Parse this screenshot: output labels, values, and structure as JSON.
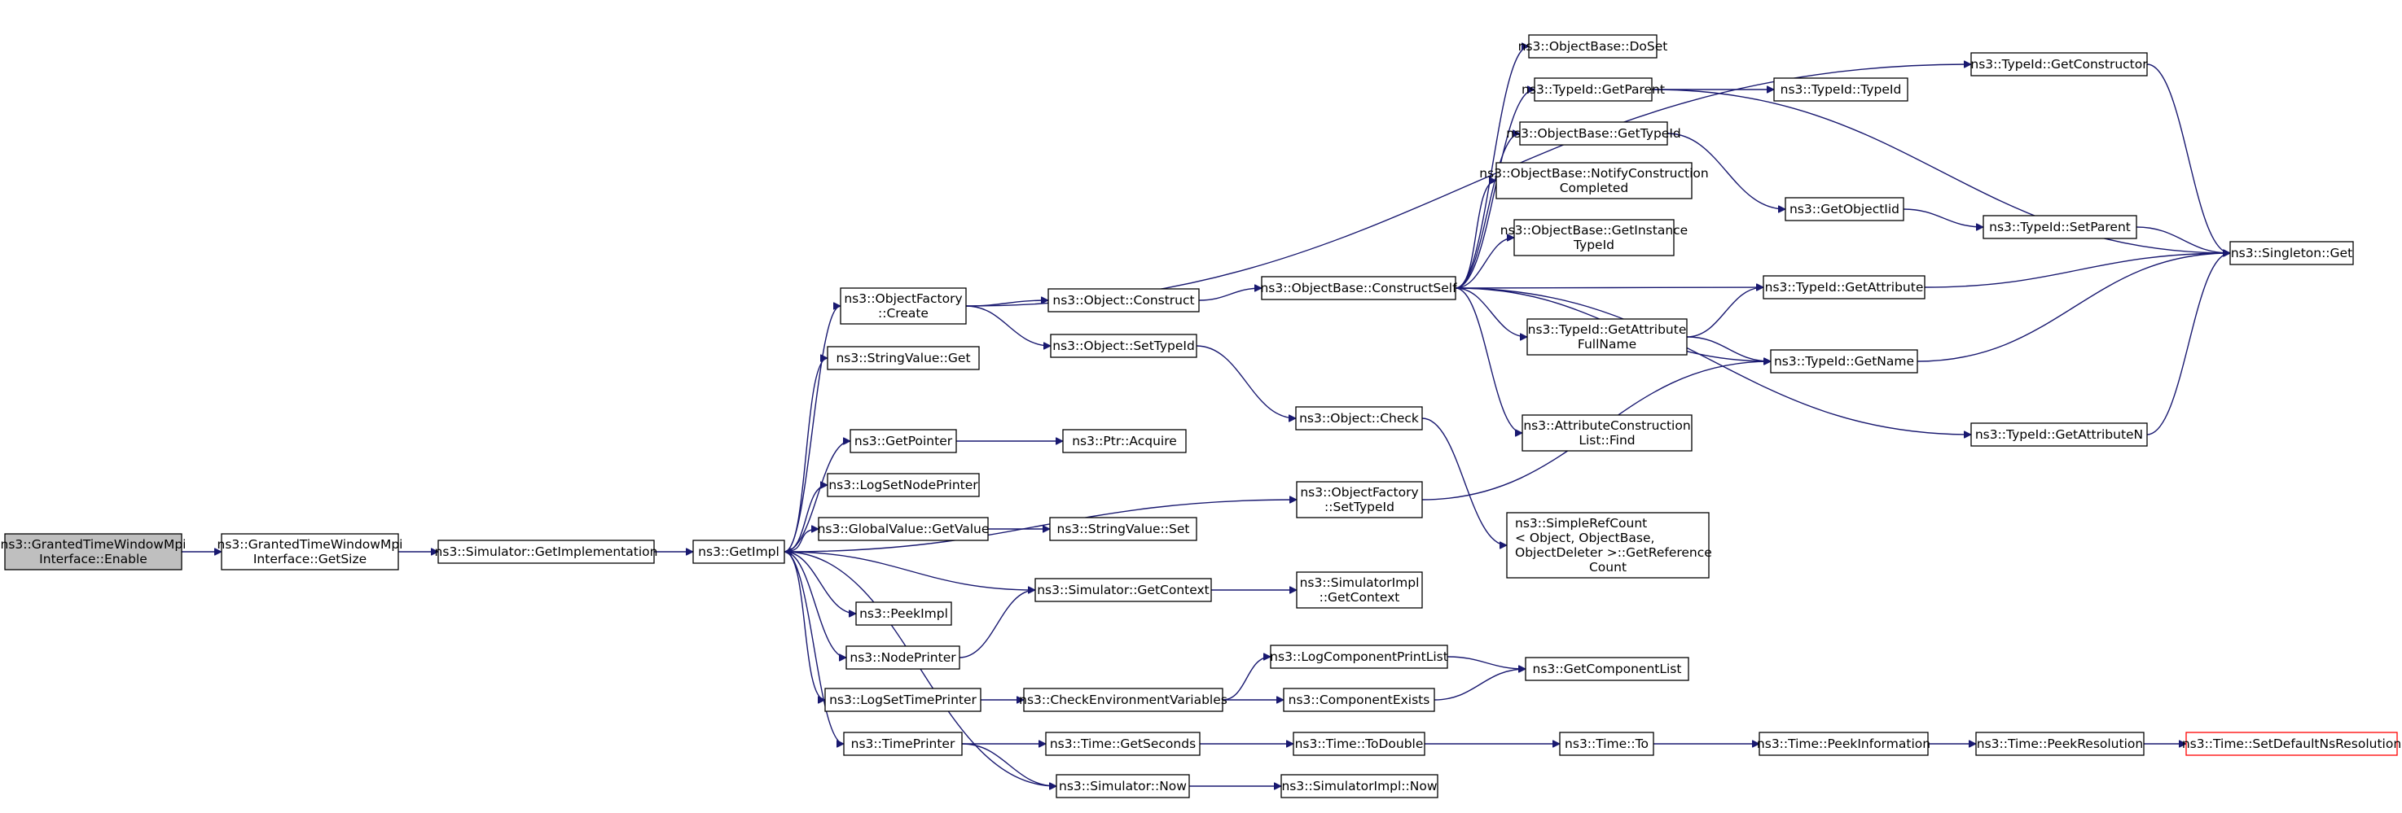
{
  "nodes": [
    {
      "id": "enable",
      "lines": [
        "ns3::GrantedTimeWindowMpi",
        "Interface::Enable"
      ],
      "style": "root"
    },
    {
      "id": "getsize",
      "lines": [
        "ns3::GrantedTimeWindowMpi",
        "Interface::GetSize"
      ]
    },
    {
      "id": "getimpl_sim",
      "lines": [
        "ns3::Simulator::GetImplementation"
      ]
    },
    {
      "id": "getimpl",
      "lines": [
        "ns3::GetImpl"
      ]
    },
    {
      "id": "objfactory_create",
      "lines": [
        "ns3::ObjectFactory",
        "::Create"
      ]
    },
    {
      "id": "stringvalue_get",
      "lines": [
        "ns3::StringValue::Get"
      ]
    },
    {
      "id": "getpointer",
      "lines": [
        "ns3::GetPointer"
      ]
    },
    {
      "id": "logsetnodeprinter",
      "lines": [
        "ns3::LogSetNodePrinter"
      ]
    },
    {
      "id": "globalvalue_getvalue",
      "lines": [
        "ns3::GlobalValue::GetValue"
      ]
    },
    {
      "id": "peekimpl",
      "lines": [
        "ns3::PeekImpl"
      ]
    },
    {
      "id": "nodeprinter",
      "lines": [
        "ns3::NodePrinter"
      ]
    },
    {
      "id": "logsettimeprinter",
      "lines": [
        "ns3::LogSetTimePrinter"
      ]
    },
    {
      "id": "timeprinter",
      "lines": [
        "ns3::TimePrinter"
      ]
    },
    {
      "id": "object_construct",
      "lines": [
        "ns3::Object::Construct"
      ]
    },
    {
      "id": "object_settypeid",
      "lines": [
        "ns3::Object::SetTypeId"
      ]
    },
    {
      "id": "ptr_acquire",
      "lines": [
        "ns3::Ptr::Acquire"
      ]
    },
    {
      "id": "stringvalue_set",
      "lines": [
        "ns3::StringValue::Set"
      ]
    },
    {
      "id": "sim_getcontext",
      "lines": [
        "ns3::Simulator::GetContext"
      ]
    },
    {
      "id": "checkenv",
      "lines": [
        "ns3::CheckEnvironmentVariables"
      ]
    },
    {
      "id": "time_getseconds",
      "lines": [
        "ns3::Time::GetSeconds"
      ]
    },
    {
      "id": "sim_now",
      "lines": [
        "ns3::Simulator::Now"
      ]
    },
    {
      "id": "objbase_constructself",
      "lines": [
        "ns3::ObjectBase::ConstructSelf"
      ]
    },
    {
      "id": "object_check",
      "lines": [
        "ns3::Object::Check"
      ]
    },
    {
      "id": "objfactory_settypeid",
      "lines": [
        "ns3::ObjectFactory",
        "::SetTypeId"
      ]
    },
    {
      "id": "simimpl_getcontext",
      "lines": [
        "ns3::SimulatorImpl",
        "::GetContext"
      ]
    },
    {
      "id": "logcomponentprintlist",
      "lines": [
        "ns3::LogComponentPrintList"
      ]
    },
    {
      "id": "componentexists",
      "lines": [
        "ns3::ComponentExists"
      ]
    },
    {
      "id": "time_todouble",
      "lines": [
        "ns3::Time::ToDouble"
      ]
    },
    {
      "id": "simimpl_now",
      "lines": [
        "ns3::SimulatorImpl::Now"
      ]
    },
    {
      "id": "objbase_doset",
      "lines": [
        "ns3::ObjectBase::DoSet"
      ]
    },
    {
      "id": "typeid_getparent",
      "lines": [
        "ns3::TypeId::GetParent"
      ]
    },
    {
      "id": "objbase_gettypeid",
      "lines": [
        "ns3::ObjectBase::GetTypeId"
      ]
    },
    {
      "id": "objbase_notify",
      "lines": [
        "ns3::ObjectBase::NotifyConstruction",
        "Completed"
      ]
    },
    {
      "id": "objbase_getinstance",
      "lines": [
        "ns3::ObjectBase::GetInstance",
        "TypeId"
      ]
    },
    {
      "id": "typeid_getattributefullname",
      "lines": [
        "ns3::TypeId::GetAttribute",
        "FullName"
      ]
    },
    {
      "id": "attrconstruction_find",
      "lines": [
        "ns3::AttributeConstruction",
        "List::Find"
      ]
    },
    {
      "id": "simplerefcount",
      "lines": [
        "ns3::SimpleRefCount",
        "< Object, ObjectBase,",
        "ObjectDeleter >::GetReference",
        "Count"
      ]
    },
    {
      "id": "getcomponentlist",
      "lines": [
        "ns3::GetComponentList"
      ]
    },
    {
      "id": "time_to",
      "lines": [
        "ns3::Time::To"
      ]
    },
    {
      "id": "typeid_typeid",
      "lines": [
        "ns3::TypeId::TypeId"
      ]
    },
    {
      "id": "getobjectiid",
      "lines": [
        "ns3::GetObjectIid"
      ]
    },
    {
      "id": "typeid_getattribute",
      "lines": [
        "ns3::TypeId::GetAttribute"
      ]
    },
    {
      "id": "typeid_getname",
      "lines": [
        "ns3::TypeId::GetName"
      ]
    },
    {
      "id": "time_peekinformation",
      "lines": [
        "ns3::Time::PeekInformation"
      ]
    },
    {
      "id": "typeid_getconstructor",
      "lines": [
        "ns3::TypeId::GetConstructor"
      ]
    },
    {
      "id": "typeid_setparent",
      "lines": [
        "ns3::TypeId::SetParent"
      ]
    },
    {
      "id": "typeid_getattributen",
      "lines": [
        "ns3::TypeId::GetAttributeN"
      ]
    },
    {
      "id": "time_peekresolution",
      "lines": [
        "ns3::Time::PeekResolution"
      ]
    },
    {
      "id": "singleton_get",
      "lines": [
        "ns3::Singleton::Get"
      ]
    },
    {
      "id": "time_setdefaultnsresolution",
      "lines": [
        "ns3::Time::SetDefaultNsResolution"
      ],
      "style": "red"
    }
  ],
  "edges": [
    [
      "enable",
      "getsize"
    ],
    [
      "getsize",
      "getimpl_sim"
    ],
    [
      "getimpl_sim",
      "getimpl"
    ],
    [
      "getimpl",
      "objfactory_create"
    ],
    [
      "getimpl",
      "stringvalue_get"
    ],
    [
      "getimpl",
      "getpointer"
    ],
    [
      "getimpl",
      "logsetnodeprinter"
    ],
    [
      "getimpl",
      "globalvalue_getvalue"
    ],
    [
      "getimpl",
      "peekimpl"
    ],
    [
      "getimpl",
      "nodeprinter"
    ],
    [
      "getimpl",
      "logsettimeprinter"
    ],
    [
      "getimpl",
      "timeprinter"
    ],
    [
      "getimpl",
      "objfactory_settypeid"
    ],
    [
      "getimpl",
      "sim_now"
    ],
    [
      "sim_getcontext",
      "getimpl"
    ],
    [
      "objfactory_create",
      "object_construct"
    ],
    [
      "objfactory_create",
      "object_settypeid"
    ],
    [
      "objfactory_create",
      "typeid_getconstructor"
    ],
    [
      "getpointer",
      "ptr_acquire"
    ],
    [
      "globalvalue_getvalue",
      "stringvalue_set"
    ],
    [
      "nodeprinter",
      "sim_getcontext"
    ],
    [
      "logsettimeprinter",
      "checkenv"
    ],
    [
      "timeprinter",
      "time_getseconds"
    ],
    [
      "timeprinter",
      "sim_now"
    ],
    [
      "object_construct",
      "objbase_constructself"
    ],
    [
      "object_settypeid",
      "object_check"
    ],
    [
      "sim_getcontext",
      "simimpl_getcontext"
    ],
    [
      "checkenv",
      "logcomponentprintlist"
    ],
    [
      "checkenv",
      "componentexists"
    ],
    [
      "time_getseconds",
      "time_todouble"
    ],
    [
      "sim_now",
      "simimpl_now"
    ],
    [
      "objbase_constructself",
      "objbase_doset"
    ],
    [
      "objbase_constructself",
      "typeid_getparent"
    ],
    [
      "objbase_constructself",
      "objbase_gettypeid"
    ],
    [
      "objbase_constructself",
      "objbase_notify"
    ],
    [
      "objbase_constructself",
      "objbase_getinstance"
    ],
    [
      "objbase_constructself",
      "typeid_getattribute"
    ],
    [
      "objbase_constructself",
      "typeid_getattributefullname"
    ],
    [
      "objbase_constructself",
      "typeid_getname"
    ],
    [
      "objbase_constructself",
      "attrconstruction_find"
    ],
    [
      "objbase_constructself",
      "typeid_getattributen"
    ],
    [
      "object_check",
      "simplerefcount"
    ],
    [
      "objfactory_settypeid",
      "typeid_getname"
    ],
    [
      "logcomponentprintlist",
      "getcomponentlist"
    ],
    [
      "componentexists",
      "getcomponentlist"
    ],
    [
      "time_todouble",
      "time_to"
    ],
    [
      "time_to",
      "time_peekinformation"
    ],
    [
      "time_peekinformation",
      "time_peekresolution"
    ],
    [
      "time_peekresolution",
      "time_setdefaultnsresolution"
    ],
    [
      "typeid_getparent",
      "typeid_typeid"
    ],
    [
      "typeid_getparent",
      "singleton_get"
    ],
    [
      "objbase_gettypeid",
      "getobjectiid"
    ],
    [
      "getobjectiid",
      "typeid_setparent"
    ],
    [
      "typeid_setparent",
      "singleton_get"
    ],
    [
      "typeid_getattributefullname",
      "typeid_getattribute"
    ],
    [
      "typeid_getattributefullname",
      "typeid_getname"
    ],
    [
      "typeid_getattribute",
      "singleton_get"
    ],
    [
      "typeid_getname",
      "singleton_get"
    ],
    [
      "typeid_getconstructor",
      "singleton_get"
    ],
    [
      "typeid_getattributen",
      "singleton_get"
    ]
  ]
}
